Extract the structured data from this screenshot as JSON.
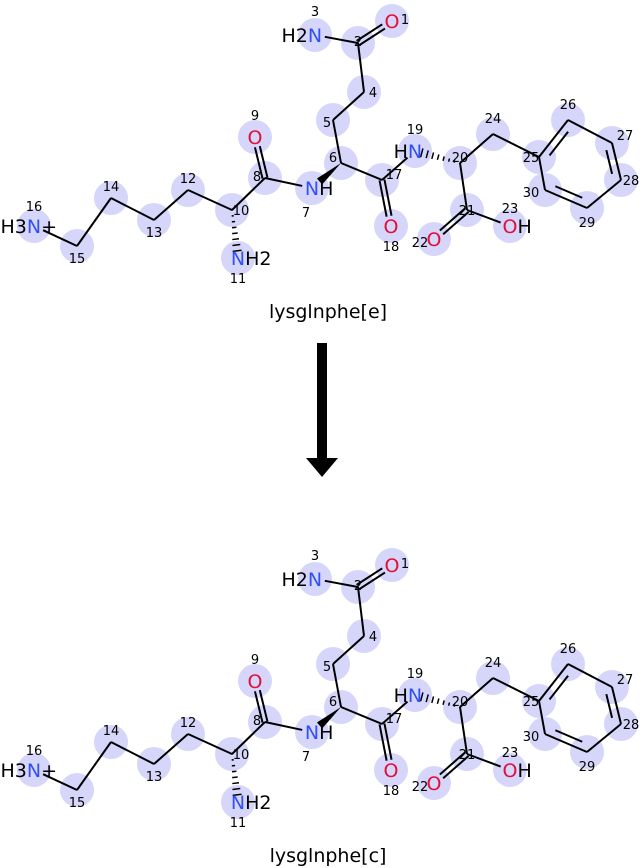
{
  "colors": {
    "highlight": "#d6d6fa",
    "nitrogen": "#3050f8",
    "oxygen": "#e0103a",
    "bond": "#000000"
  },
  "reaction_arrow": "down-arrow",
  "molecules": [
    {
      "name": "lysglnphe[e]"
    },
    {
      "name": "lysglnphe[c]"
    }
  ],
  "atoms": [
    {
      "n": "1",
      "el": "O",
      "pre": "",
      "post": ""
    },
    {
      "n": "2",
      "el": "C"
    },
    {
      "n": "3",
      "el": "N",
      "pre": "H2",
      "post": ""
    },
    {
      "n": "4",
      "el": "C"
    },
    {
      "n": "5",
      "el": "C"
    },
    {
      "n": "6",
      "el": "C"
    },
    {
      "n": "7",
      "el": "N",
      "pre": "",
      "post": "H"
    },
    {
      "n": "8",
      "el": "C"
    },
    {
      "n": "9",
      "el": "O",
      "pre": "",
      "post": ""
    },
    {
      "n": "10",
      "el": "C"
    },
    {
      "n": "11",
      "el": "N",
      "pre": "",
      "post": "H2"
    },
    {
      "n": "12",
      "el": "C"
    },
    {
      "n": "13",
      "el": "C"
    },
    {
      "n": "14",
      "el": "C"
    },
    {
      "n": "15",
      "el": "C"
    },
    {
      "n": "16",
      "el": "N",
      "pre": "H3",
      "post": "+"
    },
    {
      "n": "17",
      "el": "C"
    },
    {
      "n": "18",
      "el": "O",
      "pre": "",
      "post": ""
    },
    {
      "n": "19",
      "el": "N",
      "pre": "H",
      "post": ""
    },
    {
      "n": "20",
      "el": "C"
    },
    {
      "n": "21",
      "el": "C"
    },
    {
      "n": "22",
      "el": "O",
      "pre": "",
      "post": ""
    },
    {
      "n": "23",
      "el": "O",
      "pre": "",
      "post": "H"
    },
    {
      "n": "24",
      "el": "C"
    },
    {
      "n": "25",
      "el": "C"
    },
    {
      "n": "26",
      "el": "C"
    },
    {
      "n": "27",
      "el": "C"
    },
    {
      "n": "28",
      "el": "C"
    },
    {
      "n": "29",
      "el": "C"
    },
    {
      "n": "30",
      "el": "C"
    }
  ]
}
